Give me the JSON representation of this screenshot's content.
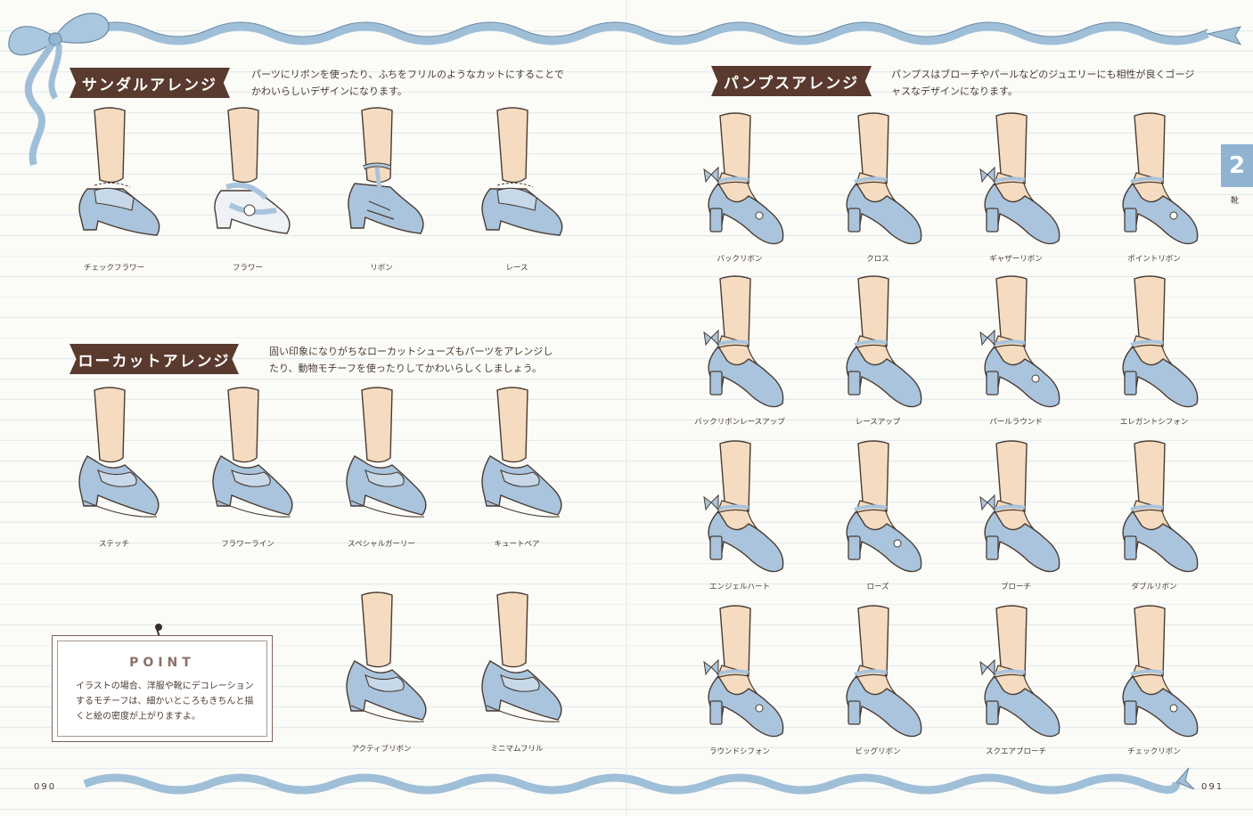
{
  "colors": {
    "shoe": "#a9c4dc",
    "skin": "#f5dcc0",
    "ink": "#4a3b33",
    "ribbon": "#9fbfd8",
    "label_bg": "#5a3a2e",
    "tab": "#8fb3d1"
  },
  "sandal": {
    "title": "サンダルアレンジ",
    "desc1": "パーツにリボンを使ったり、ふちをフリルのようなカットにすることで",
    "desc2": "かわいらしいデザインになります。",
    "items": [
      {
        "label": "チェックフラワー",
        "kind": "sandal"
      },
      {
        "label": "フラワー",
        "kind": "strap"
      },
      {
        "label": "リボン",
        "kind": "tstrap"
      },
      {
        "label": "レース",
        "kind": "sandal"
      }
    ]
  },
  "lowcut": {
    "title": "ローカットアレンジ",
    "desc1": "固い印象になりがちなローカットシューズもパーツをアレンジし",
    "desc2": "たり、動物モチーフを使ったりしてかわいらしくしましょう。",
    "items": [
      {
        "label": "ステッチ",
        "kind": "loafer"
      },
      {
        "label": "フラワーライン",
        "kind": "loafer"
      },
      {
        "label": "スペシャルガーリー",
        "kind": "loafer"
      },
      {
        "label": "キュートベア",
        "kind": "loafer"
      },
      {
        "label": "アクティブリボン",
        "kind": "loafer"
      },
      {
        "label": "ミニマムフリル",
        "kind": "loafer"
      }
    ]
  },
  "point": {
    "title": "POINT",
    "lines": [
      "イラストの場合、洋服や靴にデコレーション",
      "するモチーフは、細かいところもきちんと描",
      "くと絵の密度が上がりますよ。"
    ]
  },
  "pumps": {
    "title": "パンプスアレンジ",
    "desc1": "パンプスはブローチやパールなどのジュエリーにも相性が良くゴージ",
    "desc2": "ャスなデザインになります。",
    "items": [
      {
        "label": "バックリボン",
        "kind": "pump"
      },
      {
        "label": "クロス",
        "kind": "pump"
      },
      {
        "label": "ギャザーリボン",
        "kind": "pump"
      },
      {
        "label": "ポイントリボン",
        "kind": "pump"
      },
      {
        "label": "バックリボンレースアップ",
        "kind": "pump"
      },
      {
        "label": "レースアップ",
        "kind": "pump"
      },
      {
        "label": "パールラウンド",
        "kind": "pump"
      },
      {
        "label": "エレガントシフォン",
        "kind": "pump"
      },
      {
        "label": "エンジェルハート",
        "kind": "pump"
      },
      {
        "label": "ローズ",
        "kind": "pump"
      },
      {
        "label": "ブローチ",
        "kind": "pump"
      },
      {
        "label": "ダブルリボン",
        "kind": "pump"
      },
      {
        "label": "ラウンドシフォン",
        "kind": "pump"
      },
      {
        "label": "ビッグリボン",
        "kind": "pump"
      },
      {
        "label": "スクエアブローチ",
        "kind": "pump"
      },
      {
        "label": "チェックリボン",
        "kind": "pump"
      }
    ]
  },
  "chapter": {
    "number": "2",
    "label": "靴"
  },
  "pages": {
    "left": "090",
    "right": "091"
  }
}
